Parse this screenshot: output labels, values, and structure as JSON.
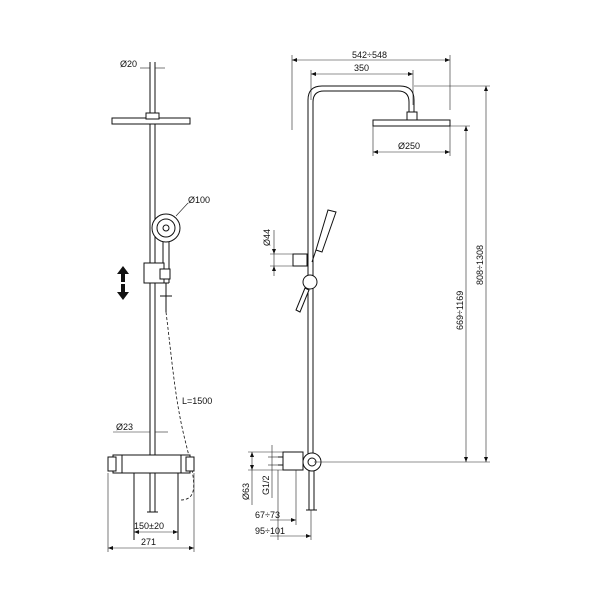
{
  "front_view": {
    "dims": {
      "top_pipe_diameter": "Ø20",
      "handshower_diameter": "Ø100",
      "hose_length": "L=1500",
      "lower_pipe_diameter": "Ø23",
      "inlet_spacing": "150±20",
      "total_width": "271"
    }
  },
  "side_view": {
    "dims": {
      "total_projection": "542÷548",
      "arm_projection": "350",
      "head_diameter": "Ø250",
      "slider_diameter": "Ø44",
      "height_range_a": "669÷1169",
      "height_range_b": "808÷1308",
      "mixer_diameter": "Ø63",
      "thread": "G1/2",
      "offset_a": "67÷73",
      "offset_b": "95÷101"
    }
  },
  "colors": {
    "line": "#111111",
    "background": "#ffffff"
  }
}
